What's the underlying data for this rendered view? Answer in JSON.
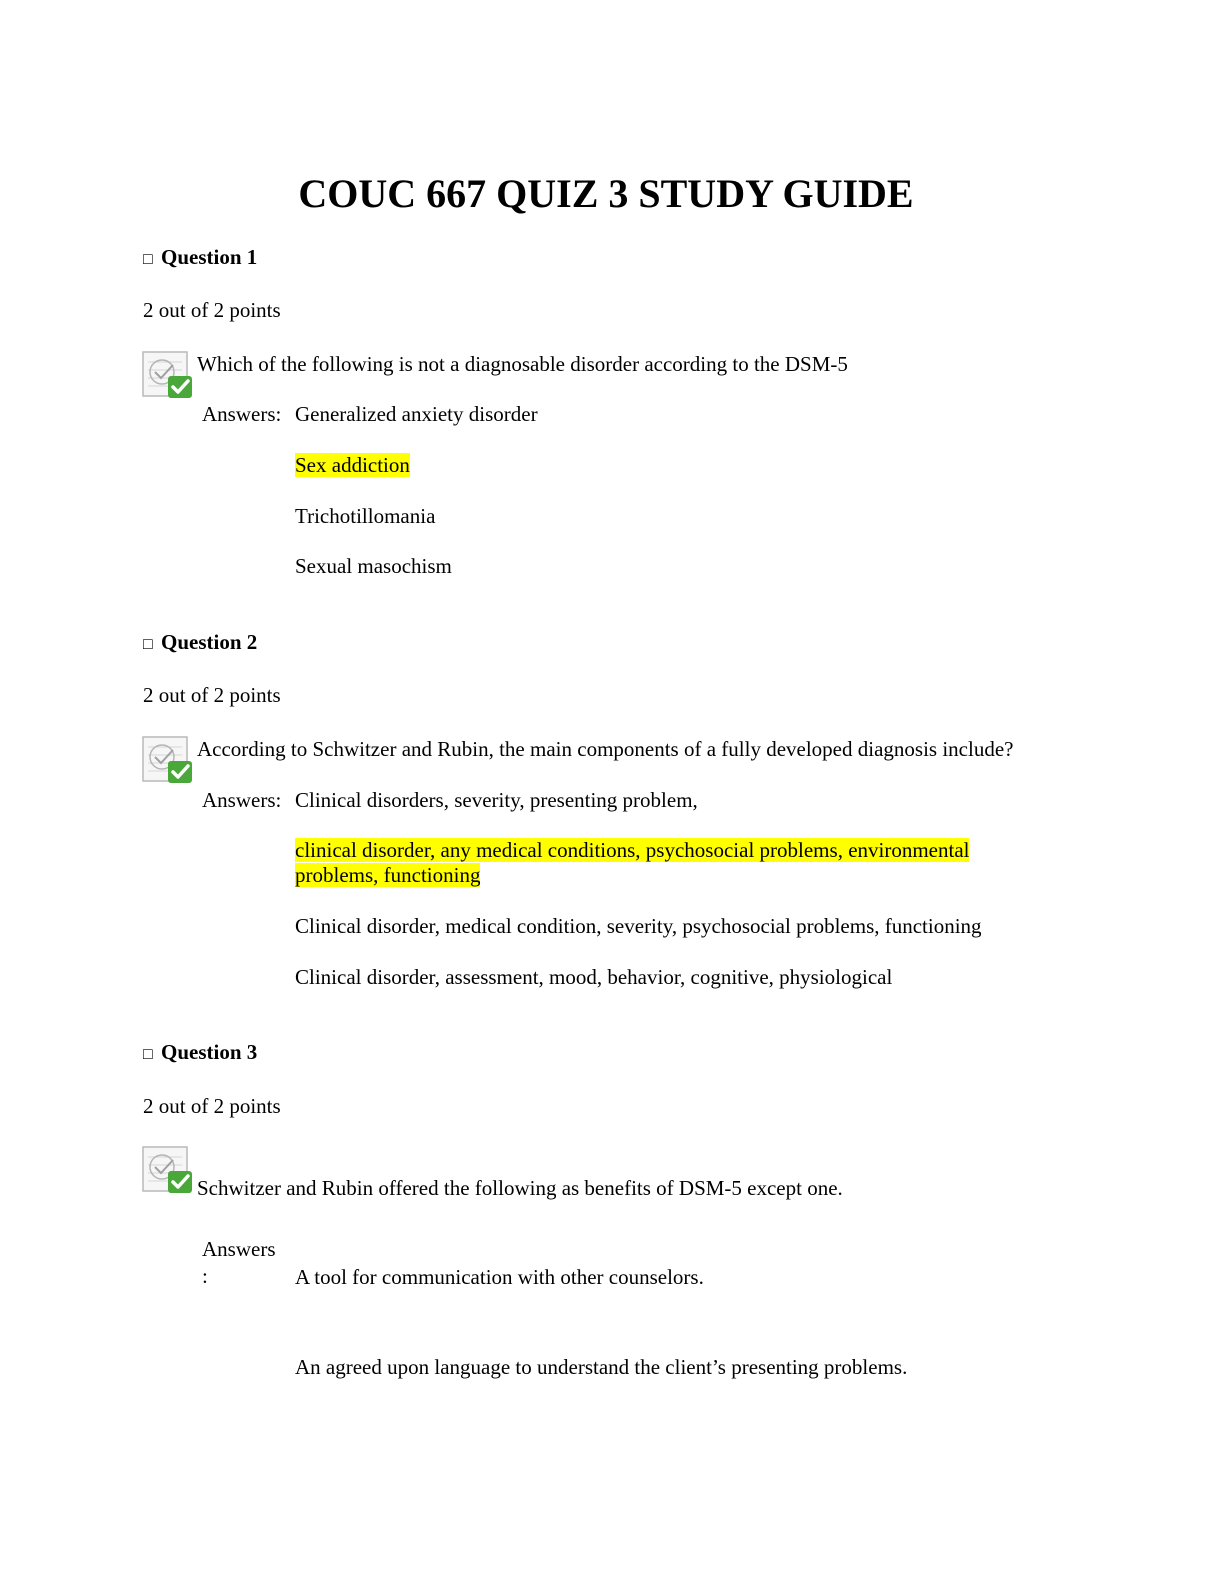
{
  "title": "COUC 667 QUIZ 3 STUDY GUIDE",
  "colors": {
    "highlight": "#ffff00",
    "check_green": "#4aa83a"
  },
  "icon": "correct-answer-check-icon",
  "questions": [
    {
      "heading": "Question 1",
      "points": "2 out of 2 points",
      "text": "Which of the following is not a diagnosable disorder according to the DSM-5",
      "answers_label": "Answers:",
      "answers": [
        "Generalized anxiety disorder",
        "Sex addiction",
        "Trichotillomania",
        "Sexual masochism"
      ],
      "highlighted_answer_index": 1
    },
    {
      "heading": "Question 2",
      "points": "2 out of 2 points",
      "text": "According to Schwitzer and Rubin, the main components of a fully developed diagnosis include?",
      "answers_label": "Answers:",
      "answers": [
        "Clinical disorders, severity, presenting problem,",
        "clinical disorder, any medical conditions, psychosocial problems, environmental problems, functioning",
        "Clinical disorder, medical condition, severity, psychosocial problems, functioning",
        "Clinical disorder, assessment, mood, behavior, cognitive, physiological"
      ],
      "highlighted_answer_index": 1
    },
    {
      "heading": "Question 3",
      "points": "2 out of 2 points",
      "text": "Schwitzer and Rubin offered the following as benefits of DSM-5 except one.",
      "answers_label_line1": "Answers",
      "answers_label_line2": ":",
      "answers": [
        "A tool for communication with other counselors.",
        "An agreed upon language to understand the client’s presenting problems."
      ]
    }
  ]
}
